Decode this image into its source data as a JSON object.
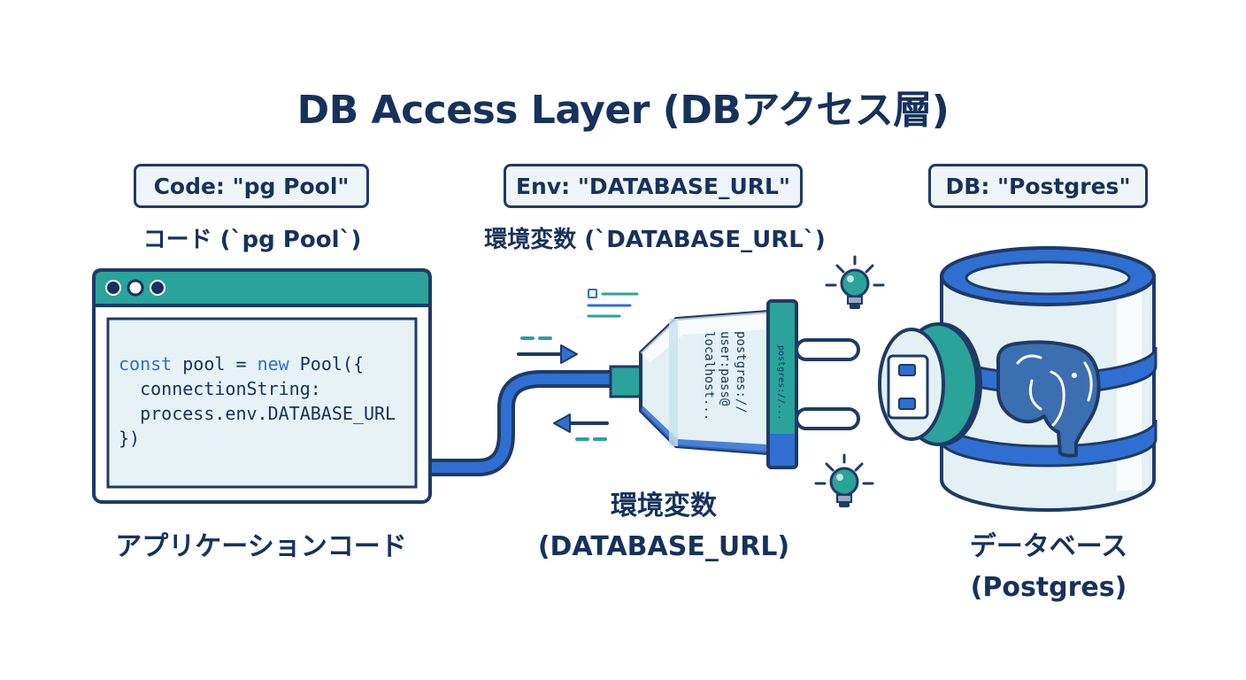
{
  "title": "DB Access Layer (DBアクセス層)",
  "columns": {
    "app": {
      "tag": "Code: \"pg Pool\"",
      "subtitle": "コード (`pg Pool`)",
      "caption": "アプリケーションコード",
      "code_lines": [
        "const pool = new Pool({",
        "  connectionString:",
        "  process.env.DATABASE_URL",
        "})"
      ]
    },
    "env": {
      "tag": "Env: \"DATABASE_URL\"",
      "subtitle": "環境変数 (`DATABASE_URL`)",
      "caption_line1": "環境変数",
      "caption_line2": "(DATABASE_URL)",
      "plug_lines": [
        "postgres://",
        "user:pass@",
        "localhost..."
      ],
      "collar_text": "postgres://..."
    },
    "db": {
      "tag": "DB: \"Postgres\"",
      "caption_line1": "データベース",
      "caption_line2": "(Postgres)"
    }
  },
  "icons": {
    "window_dots": "window-dots-icon",
    "lightbulb": "lightbulb-icon",
    "elephant": "postgres-elephant-icon",
    "arrow_right": "arrow-right-icon",
    "arrow_left": "arrow-left-icon"
  },
  "colors": {
    "navy": "#1f3a66",
    "teal": "#2aa39a",
    "blue": "#2f6fd1",
    "light": "#e3f1f5"
  }
}
